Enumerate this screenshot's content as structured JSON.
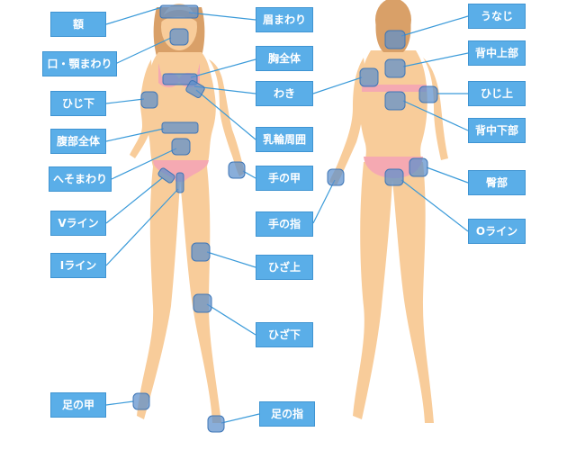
{
  "colors": {
    "skin": "#f8cc9a",
    "hair": "#d9a068",
    "underwear": "#f5a9b2",
    "marker": "#5b8fcc",
    "label_bg": "#5aaee8",
    "line": "#3a9ad9"
  },
  "front": {
    "labels": [
      {
        "id": "forehead",
        "text": "額"
      },
      {
        "id": "around-mouth-jaw",
        "text": "口・顎まわり"
      },
      {
        "id": "underarm",
        "text": "ひじ下"
      },
      {
        "id": "abdomen",
        "text": "腹部全体"
      },
      {
        "id": "around-navel",
        "text": "へそまわり"
      },
      {
        "id": "v-line",
        "text": "Vライン"
      },
      {
        "id": "i-line",
        "text": "Iライン"
      },
      {
        "id": "instep",
        "text": "足の甲"
      },
      {
        "id": "around-eyebrows",
        "text": "眉まわり"
      },
      {
        "id": "chest",
        "text": "胸全体"
      },
      {
        "id": "armpit",
        "text": "わき"
      },
      {
        "id": "areola",
        "text": "乳輪周囲"
      },
      {
        "id": "back-of-hand",
        "text": "手の甲"
      },
      {
        "id": "fingers",
        "text": "手の指"
      },
      {
        "id": "above-knee",
        "text": "ひざ上"
      },
      {
        "id": "below-knee",
        "text": "ひざ下"
      },
      {
        "id": "toes",
        "text": "足の指"
      }
    ]
  },
  "back": {
    "labels": [
      {
        "id": "nape",
        "text": "うなじ"
      },
      {
        "id": "upper-back",
        "text": "背中上部"
      },
      {
        "id": "above-elbow",
        "text": "ひじ上"
      },
      {
        "id": "lower-back",
        "text": "背中下部"
      },
      {
        "id": "buttocks",
        "text": "臀部"
      },
      {
        "id": "o-line",
        "text": "Oライン"
      }
    ]
  }
}
